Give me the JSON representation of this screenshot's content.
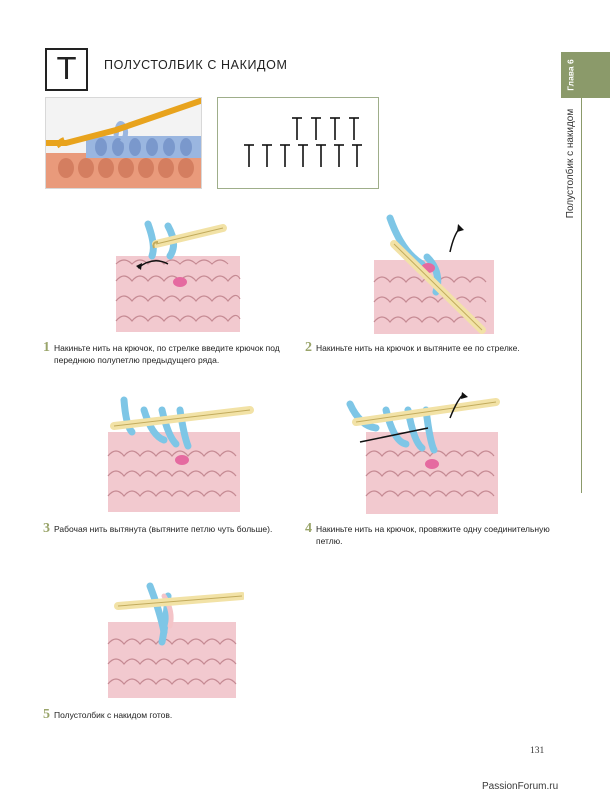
{
  "header": {
    "symbol": "T",
    "title": "ПОЛУСТОЛБИК С НАКИДОМ"
  },
  "side_tab": {
    "chapter": "Глава 6",
    "section": "Полустолбик с накидом"
  },
  "steps": [
    {
      "number": "1",
      "text_line1": "Накиньте нить на крючок, по стрелке введите крючок под",
      "text_line2": "переднюю полупетлю предыдущего ряда."
    },
    {
      "number": "2",
      "text_line1": "Накиньте нить на крючок и вытяните ее по стрелке.",
      "text_line2": ""
    },
    {
      "number": "3",
      "text_line1": "Рабочая нить вытянута (вытяните петлю чуть больше).",
      "text_line2": ""
    },
    {
      "number": "4",
      "text_line1": "Накиньте нить на крючок, провяжите одну соединительную",
      "text_line2": "петлю."
    },
    {
      "number": "5",
      "text_line1": "Полустолбик с накидом готов.",
      "text_line2": ""
    }
  ],
  "footer": {
    "page_number": "131",
    "watermark": "PassionForum.ru"
  },
  "colors": {
    "accent": "#8b9a6a",
    "step_number": "#9aa56b",
    "fabric_pink": "#f2c9cf",
    "yarn_blue": "#7ec6e6",
    "hook_yellow": "#f2e2a6",
    "photo_yellow": "#e8a31d",
    "photo_peach": "#e99a7b"
  }
}
